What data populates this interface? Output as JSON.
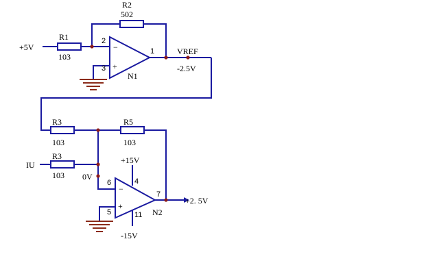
{
  "labels": {
    "r2_name": "R2",
    "r2_val": "502",
    "r1_name": "R1",
    "r1_val": "103",
    "v_in": "+5V",
    "n1": "N1",
    "n1_pin1": "1",
    "n1_pin2": "2",
    "n1_pin3": "3",
    "vref": "VREF",
    "vref_val": "-2.5V",
    "r3a_name": "R3",
    "r3a_val": "103",
    "r5_name": "R5",
    "r5_val": "103",
    "iu": "IU",
    "r3b_name": "R3",
    "r3b_val": "103",
    "zero_v": "0V",
    "vcc": "+15V",
    "vee": "-15V",
    "n2": "N2",
    "n2_pin4": "4",
    "n2_pin6": "6",
    "n2_pin5": "5",
    "n2_pin7": "7",
    "n2_pin11": "11",
    "out": "+2. 5V",
    "minus1": "−",
    "plus1": "+",
    "minus2": "−",
    "plus2": "+"
  }
}
